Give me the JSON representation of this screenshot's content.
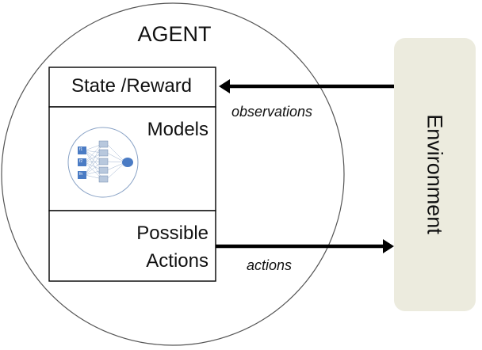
{
  "agent": {
    "title": "AGENT",
    "state_reward": "State /Reward",
    "models": "Models",
    "possible": "Possible",
    "actions": "Actions"
  },
  "environment": {
    "label": "Environment"
  },
  "edges": {
    "observations": "observations",
    "actions": "actions"
  },
  "model_icon": {
    "inputs": [
      "f1",
      "f2",
      "fn"
    ]
  },
  "colors": {
    "environment_fill": "#ecebde",
    "node_blue": "#4a7bc4",
    "hidden_node": "#b8c8dd",
    "line": "#000000"
  }
}
